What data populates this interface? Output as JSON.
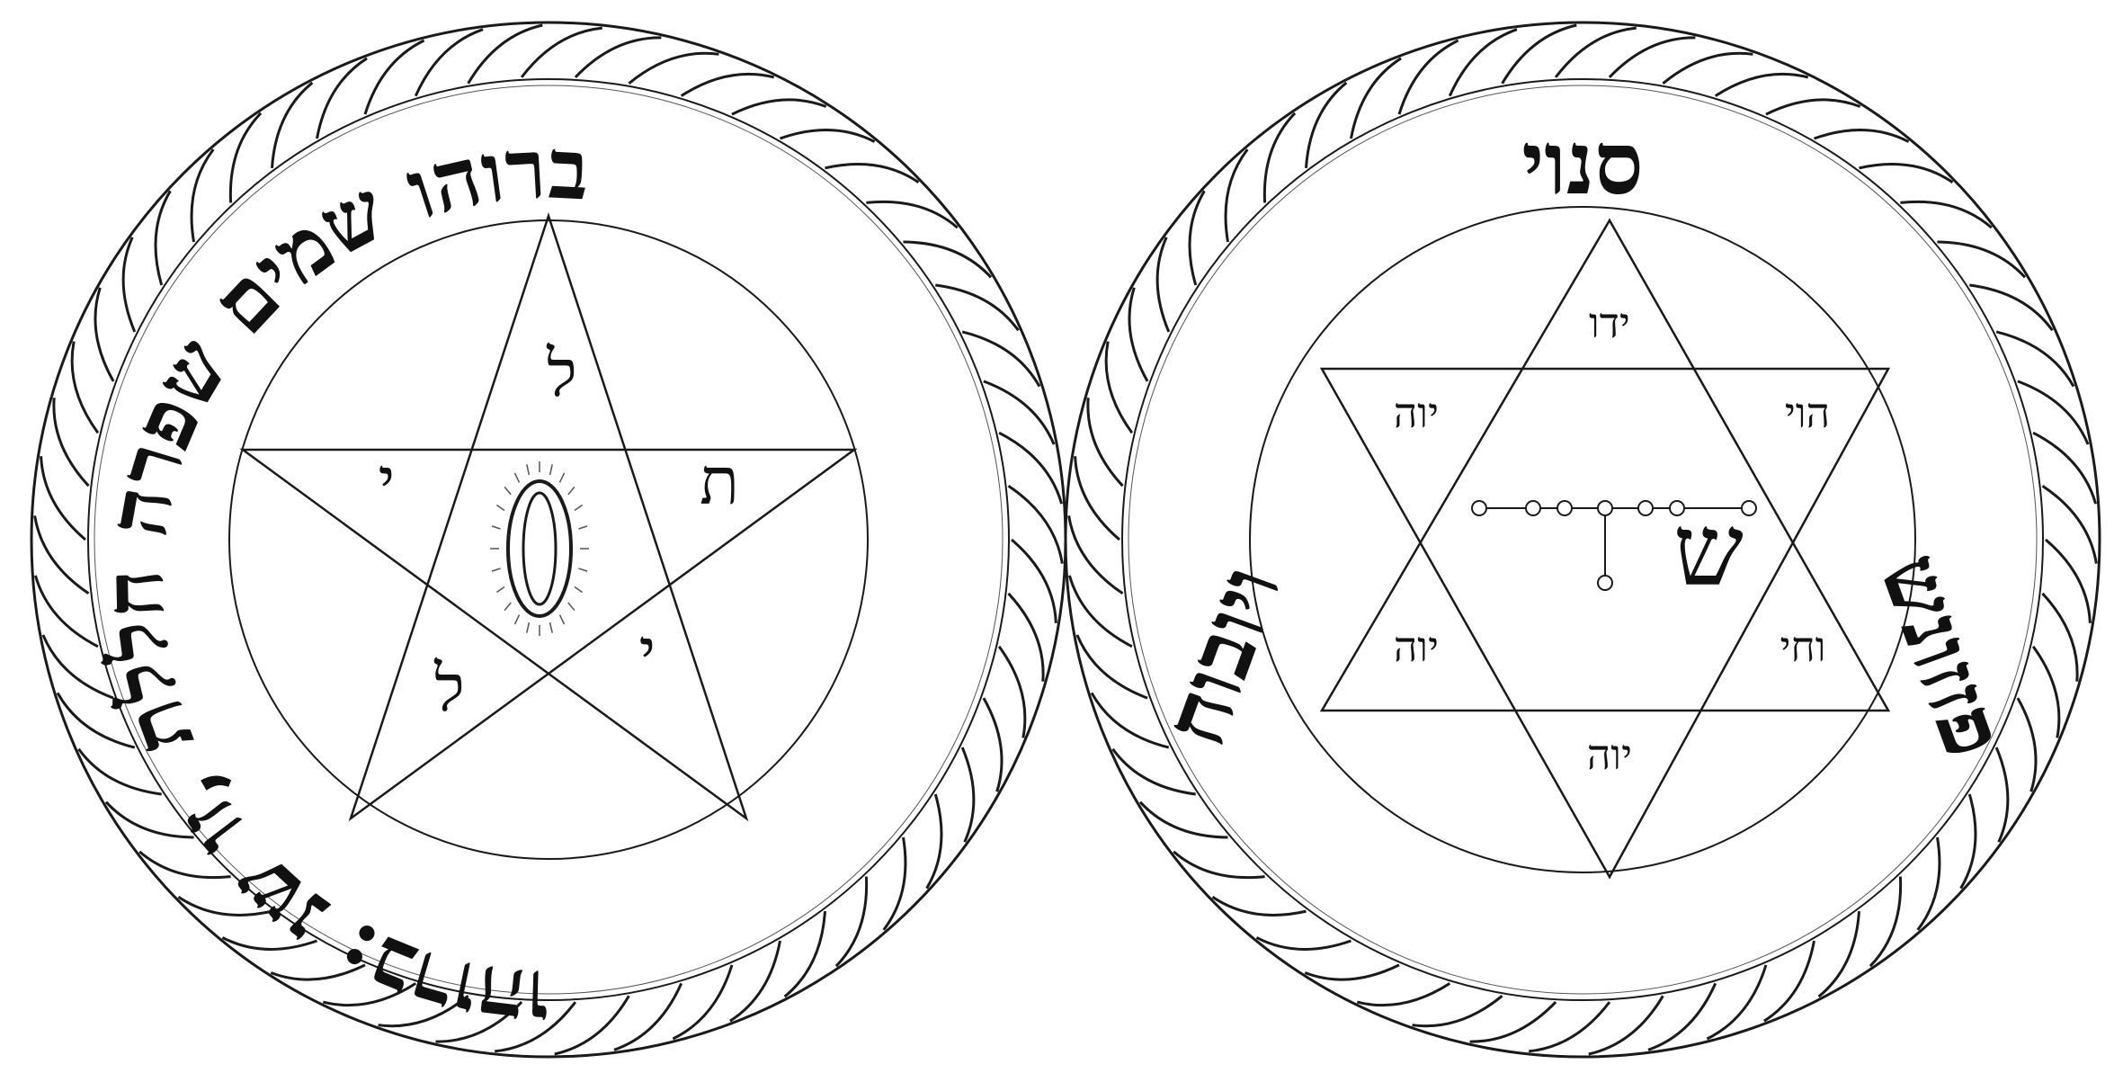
{
  "colors": {
    "ink": "#1a1a1a",
    "paper": "#ffffff"
  },
  "left_seal": {
    "ring_text": "ברוהו שמים שפרה חללת ,זו שנ :ברוהו",
    "center_letters": [
      "ל",
      "ת",
      "י",
      "ל",
      "י"
    ],
    "center_icon": "eye-icon",
    "border": "rope"
  },
  "right_seal": {
    "top_word": "סנוי",
    "left_word": "ויובוח",
    "right_word": "פזזונש",
    "star_labels": [
      "ידו",
      "הוי",
      "יוה",
      "וחי",
      "יוה",
      "יוה"
    ],
    "seal_script": "ש",
    "border": "rope"
  }
}
